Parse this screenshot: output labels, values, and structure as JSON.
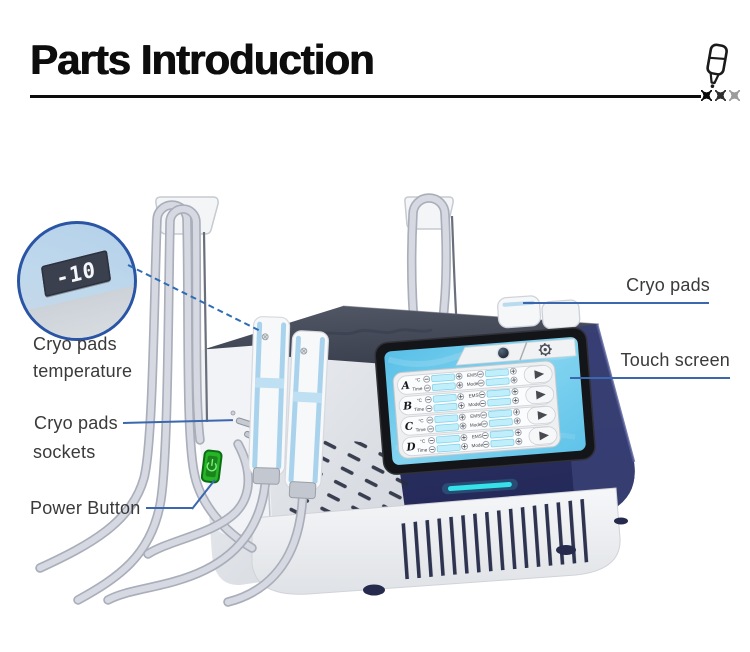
{
  "header": {
    "title": "Parts Introduction",
    "underline_color": "#0c0c0c",
    "decor_square_colors": [
      "#0a0a0a",
      "#2e2e2e",
      "#9b9b9b"
    ],
    "marker_icon": "marker-pen-icon"
  },
  "callouts": {
    "line_color": "#3a67ad",
    "dashed_line_color": "#2e6cb5",
    "temperature": {
      "line1": "Cryo pads",
      "line2": "temperature",
      "display_value": "-10"
    },
    "sockets": {
      "line1": "Cryo pads",
      "line2": "sockets"
    },
    "power": {
      "label": "Power Button"
    },
    "pads": {
      "label": "Cryo pads"
    },
    "screen": {
      "label": "Touch screen"
    }
  },
  "device": {
    "body_navy": "#2a3063",
    "deck_gray": "#454a59",
    "base_white": "#f2f3f6",
    "cable_gray": "#d6d9e1",
    "pad_stripe_blue": "#a9d3ec",
    "power_button_green": "#28b428",
    "led_cyan": "#35e2ea",
    "screen": {
      "background_cyan": "#6cc8ec",
      "field_cyan": "#c0effb",
      "icons": [
        "power-icon",
        "gear-icon",
        "minus-icon",
        "plus-icon",
        "play-icon"
      ],
      "labels": {
        "temp": "°C",
        "time": "Time",
        "ems": "EMS",
        "mode": "Mode"
      },
      "rows": [
        {
          "letter": "A"
        },
        {
          "letter": "B"
        },
        {
          "letter": "C"
        },
        {
          "letter": "D"
        }
      ]
    }
  }
}
